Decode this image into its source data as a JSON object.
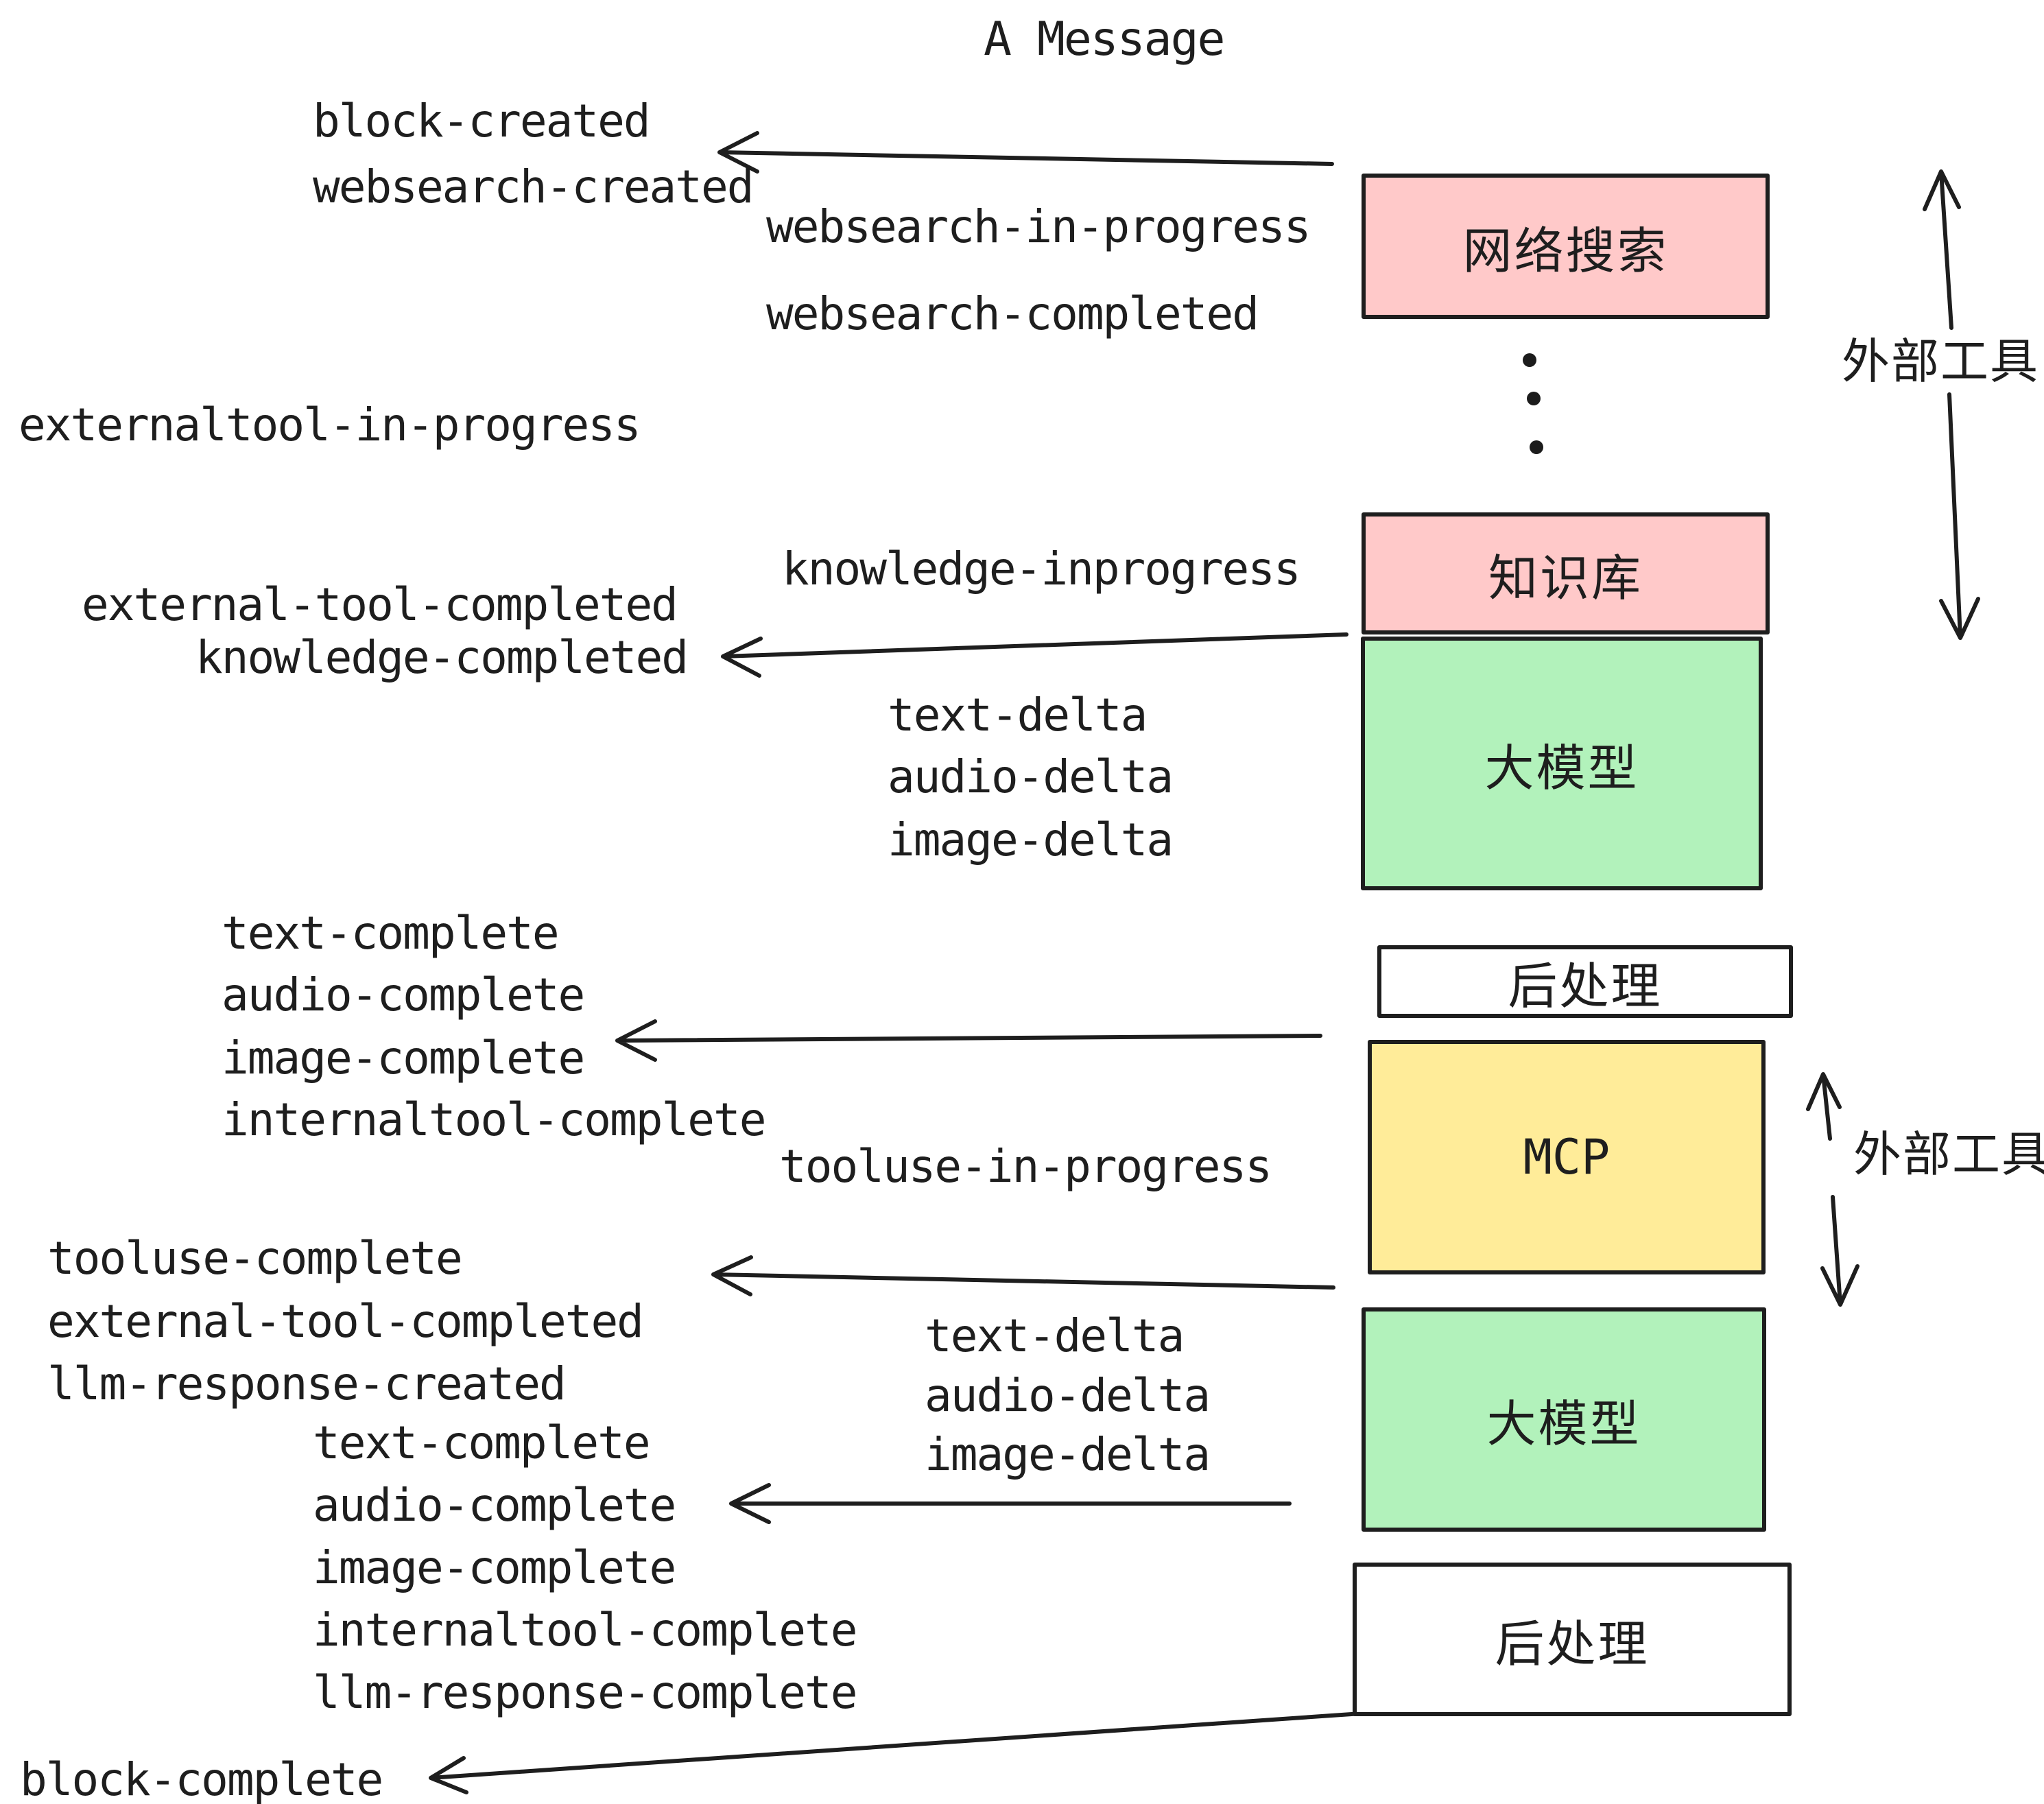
{
  "title": "A Message",
  "colors": {
    "ink": "#1e1e1e",
    "background": "#ffffff",
    "box_pink": "#FFC9C9",
    "box_green": "#B2F2BB",
    "box_yellow": "#FFEC99",
    "box_white": "#ffffff"
  },
  "boxes": [
    {
      "id": "websearch",
      "label": "网络搜索",
      "fill": "#FFC9C9"
    },
    {
      "id": "knowledge",
      "label": "知识库",
      "fill": "#FFC9C9"
    },
    {
      "id": "llm-1",
      "label": "大模型",
      "fill": "#B2F2BB"
    },
    {
      "id": "post-1",
      "label": "后处理",
      "fill": "#ffffff"
    },
    {
      "id": "mcp",
      "label": "MCP",
      "fill": "#FFEC99"
    },
    {
      "id": "llm-2",
      "label": "大模型",
      "fill": "#B2F2BB"
    },
    {
      "id": "post-2",
      "label": "后处理",
      "fill": "#ffffff"
    }
  ],
  "events": [
    {
      "text": "block-created"
    },
    {
      "text": "websearch-created"
    },
    {
      "text": "websearch-in-progress"
    },
    {
      "text": "websearch-completed"
    },
    {
      "text": "externaltool-in-progress"
    },
    {
      "text": "knowledge-inprogress"
    },
    {
      "text": "external-tool-completed"
    },
    {
      "text": "knowledge-completed"
    },
    {
      "text": "text-delta"
    },
    {
      "text": "audio-delta"
    },
    {
      "text": "image-delta"
    },
    {
      "text": "text-complete"
    },
    {
      "text": "audio-complete"
    },
    {
      "text": "image-complete"
    },
    {
      "text": "internaltool-complete"
    },
    {
      "text": "tooluse-in-progress"
    },
    {
      "text": "tooluse-complete"
    },
    {
      "text": "external-tool-completed"
    },
    {
      "text": "llm-response-created"
    },
    {
      "text": "text-complete"
    },
    {
      "text": "audio-complete"
    },
    {
      "text": "image-complete"
    },
    {
      "text": "internaltool-complete"
    },
    {
      "text": "llm-response-complete"
    },
    {
      "text": "block-complete"
    }
  ],
  "annotations": {
    "external_tools_top": "外部工具",
    "external_tools_mid": "外部工具"
  },
  "dots": [
    "•",
    "•",
    "•"
  ]
}
